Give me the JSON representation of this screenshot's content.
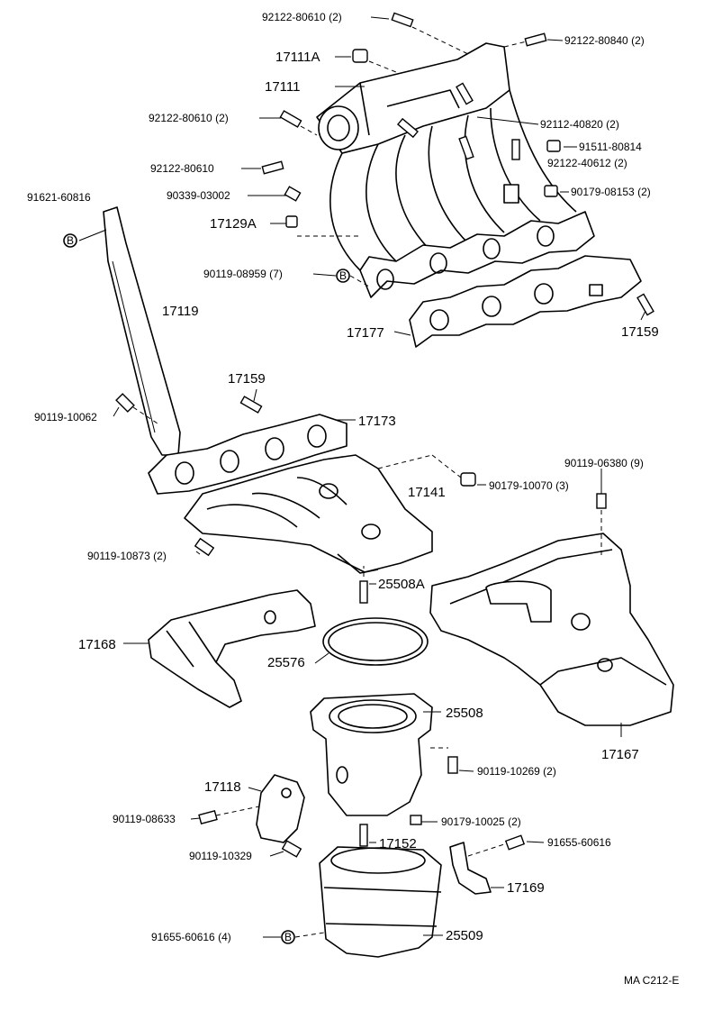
{
  "drawing_code": "MA C212-E",
  "badge_letter": "B",
  "labels": {
    "p92122_80610_top": "92122-80610 (2)",
    "p92122_80840": "92122-80840 (2)",
    "p17111A": "17111A",
    "p17111": "17111",
    "p92122_80610_2": "92122-80610 (2)",
    "p92112_40820": "92112-40820 (2)",
    "p91511_80814": "91511-80814",
    "p92122_40612": "92122-40612 (2)",
    "p92122_80610": "92122-80610",
    "p90179_08153": "90179-08153 (2)",
    "p91621_60816": "91621-60816",
    "p90339_03002": "90339-03002",
    "p17129A": "17129A",
    "p90119_08959": "90119-08959 (7)",
    "p17119": "17119",
    "p17177": "17177",
    "p17159_r": "17159",
    "p17159": "17159",
    "p90119_10062": "90119-10062",
    "p17173": "17173",
    "p90119_06380": "90119-06380 (9)",
    "p17141": "17141",
    "p90179_10070": "90179-10070 (3)",
    "p90119_10873": "90119-10873 (2)",
    "p25508A": "25508A",
    "p17168": "17168",
    "p25576": "25576",
    "p25508": "25508",
    "p17167": "17167",
    "p90119_10269": "90119-10269 (2)",
    "p17118": "17118",
    "p90119_08633": "90119-08633",
    "p90179_10025": "90179-10025 (2)",
    "p17152": "17152",
    "p91655_60616": "91655-60616",
    "p90119_10329": "90119-10329",
    "p17169": "17169",
    "p91655_60616_4": "91655-60616 (4)",
    "p25509": "25509"
  }
}
